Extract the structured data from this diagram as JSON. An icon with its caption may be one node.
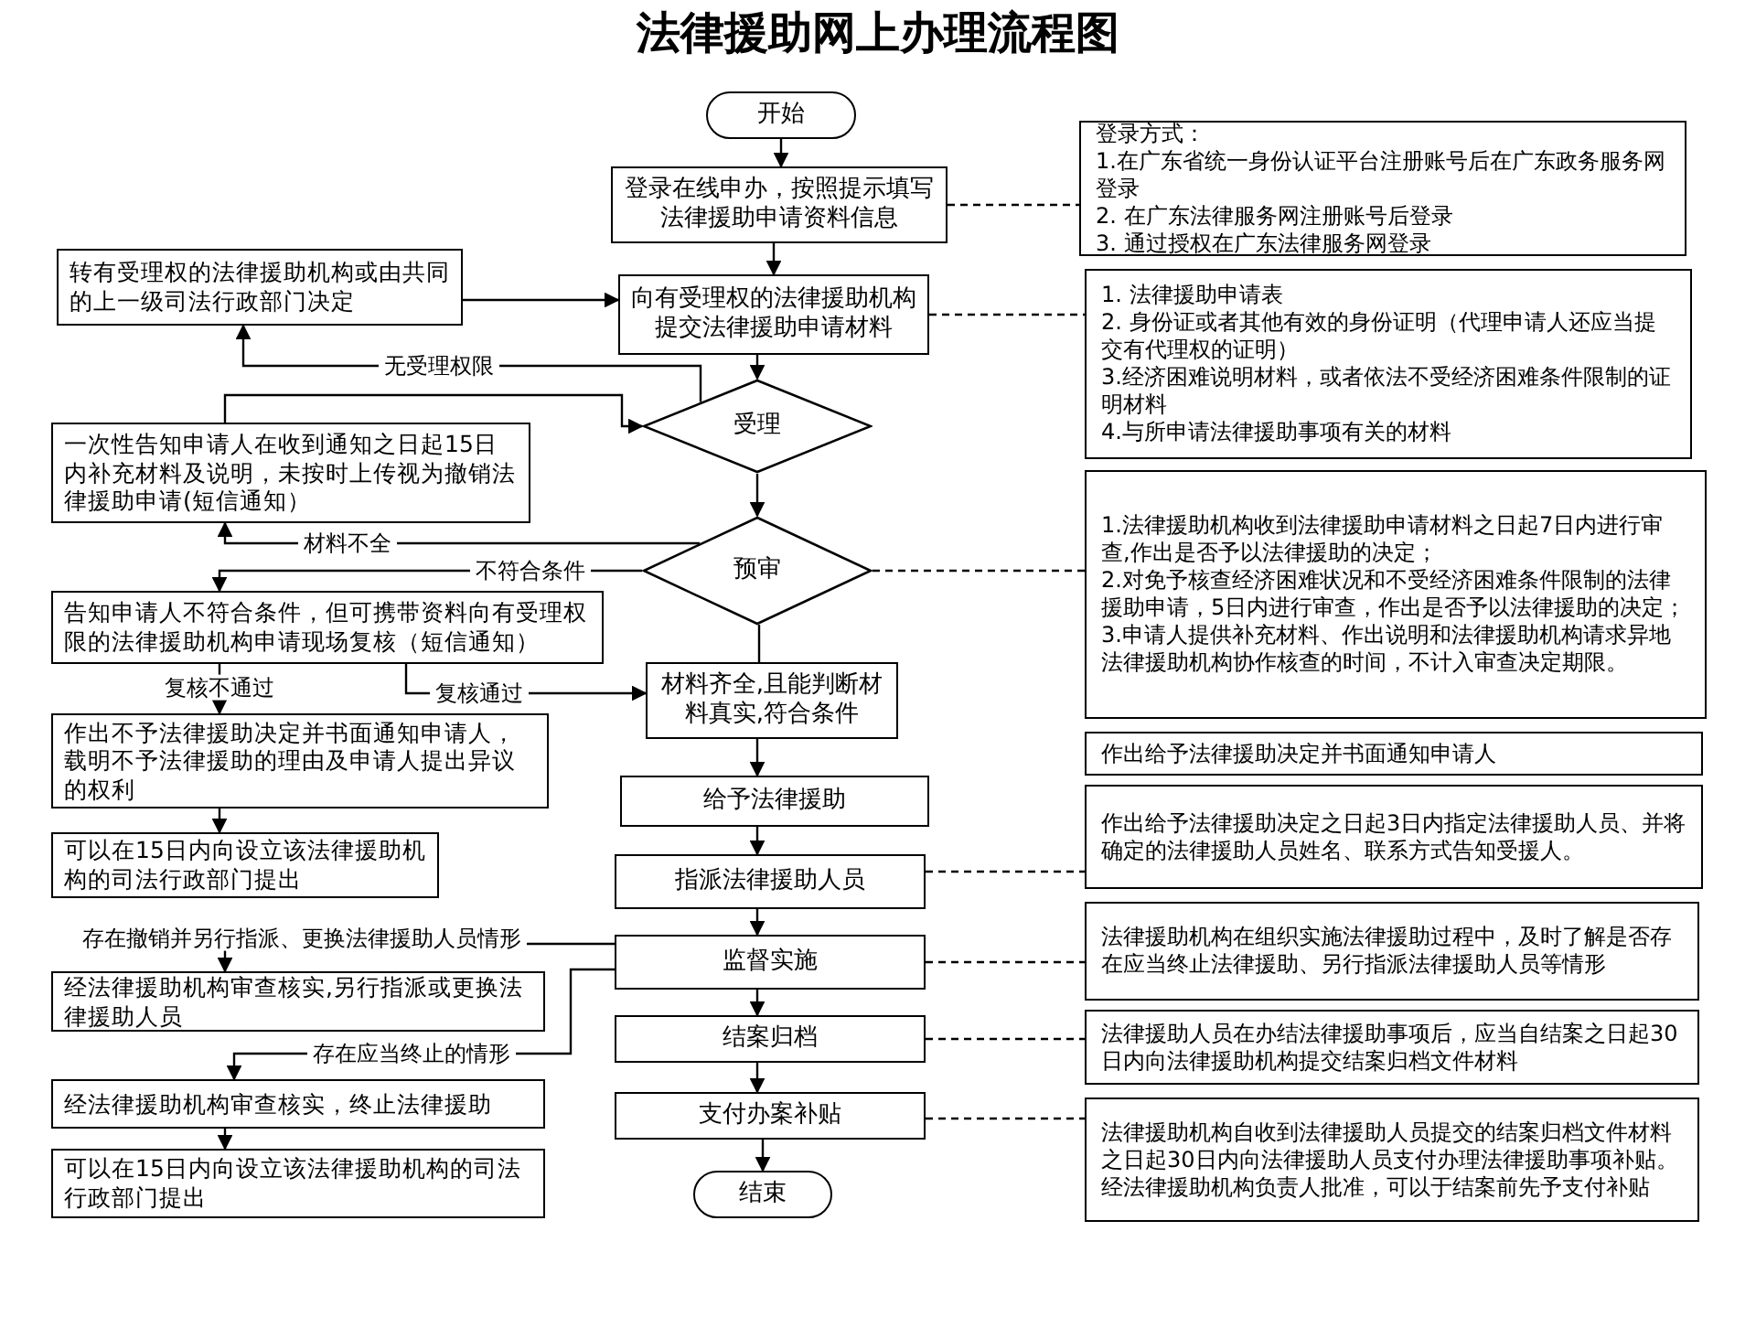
{
  "diagram": {
    "title": "法律援助网上办理流程图",
    "nodes": [
      {
        "text": [
          "开始"
        ]
      },
      {
        "text": [
          "登录在线申办，按照提示填写法律援助申请资料信息"
        ]
      },
      {
        "text": [
          "向有受理权的法律援助机构提交法律援助申请材料"
        ]
      },
      {
        "text": [
          "受理"
        ]
      },
      {
        "text": [
          "预审"
        ]
      },
      {
        "text": [
          "材料齐全,且能判断材料真实,符合条件"
        ]
      },
      {
        "text": [
          "给予法律援助"
        ]
      },
      {
        "text": [
          "指派法律援助人员"
        ]
      },
      {
        "text": [
          "监督实施"
        ]
      },
      {
        "text": [
          "结案归档"
        ]
      },
      {
        "text": [
          "支付办案补贴"
        ]
      },
      {
        "text": [
          "结束"
        ]
      },
      {
        "text": [
          "转有受理权的法律援助机构或由共同的上一级司法行政部门决定"
        ]
      },
      {
        "text": [
          "一次性告知申请人在收到通知之日起15日内补充材料及说明，未按时上传视为撤销法律援助申请(短信通知）"
        ]
      },
      {
        "text": [
          "告知申请人不符合条件，但可携带资料向有受理权限的法律援助机构申请现场复核（短信通知）"
        ]
      },
      {
        "text": [
          "作出不予法律援助决定并书面通知申请人，载明不予法律援助的理由及申请人提出异议的权利"
        ]
      },
      {
        "text": [
          "可以在15日内向设立该法律援助机构的司法行政部门提出"
        ]
      },
      {
        "text": [
          "经法律援助机构审查核实,另行指派或更换法律援助人员"
        ]
      },
      {
        "text": [
          "经法律援助机构审查核实，终止法律援助"
        ]
      },
      {
        "text": [
          "可以在15日内向设立该法律援助机构的司法行政部门提出"
        ]
      },
      {
        "text": [
          "登录方式：",
          "1.在广东省统一身份认证平台注册账号后在广东政务服务网登录",
          "2. 在广东法律服务网注册账号后登录",
          "3. 通过授权在广东法律服务网登录"
        ]
      },
      {
        "text": [
          "1. 法律援助申请表",
          "2. 身份证或者其他有效的身份证明（代理申请人还应当提交有代理权的证明）",
          "3.经济困难说明材料，或者依法不受经济困难条件限制的证明材料",
          "4.与所申请法律援助事项有关的材料"
        ]
      },
      {
        "text": [
          "1.法律援助机构收到法律援助申请材料之日起7日内进行审查,作出是否予以法律援助的决定；",
          "2.对免予核查经济困难状况和不受经济困难条件限制的法律援助申请，5日内进行审查，作出是否予以法律援助的决定；",
          "3.申请人提供补充材料、作出说明和法律援助机构请求异地法律援助机构协作核查的时间，不计入审查决定期限。"
        ]
      },
      {
        "text": [
          "作出给予法律援助决定并书面通知申请人"
        ]
      },
      {
        "text": [
          "作出给予法律援助决定之日起3日内指定法律援助人员、并将确定的法律援助人员姓名、联系方式告知受援人。"
        ]
      },
      {
        "text": [
          "法律援助机构在组织实施法律援助过程中，及时了解是否存在应当终止法律援助、另行指派法律援助人员等情形"
        ]
      },
      {
        "text": [
          "法律援助人员在办结法律援助事项后，应当自结案之日起30日内向法律援助机构提交结案归档文件材料"
        ]
      },
      {
        "text": [
          "法律援助机构自收到法律援助人员提交的结案归档文件材料之日起30日内向法律援助人员支付办理法律援助事项补贴。经法律援助机构负责人批准，可以于结案前先予支付补贴"
        ]
      }
    ],
    "edges": [
      {
        "from": 0,
        "to": 1,
        "arrow": "to"
      },
      {
        "from": 1,
        "to": 2,
        "arrow": "to"
      },
      {
        "from": 2,
        "to": 3,
        "arrow": "to"
      },
      {
        "from": 3,
        "to": 4,
        "arrow": "to"
      },
      {
        "from": 4,
        "to": 5,
        "arrow": "none"
      },
      {
        "from": 5,
        "to": 6,
        "arrow": "to"
      },
      {
        "from": 6,
        "to": 7,
        "arrow": "to"
      },
      {
        "from": 7,
        "to": 8,
        "arrow": "to"
      },
      {
        "from": 8,
        "to": 9,
        "arrow": "to"
      },
      {
        "from": 9,
        "to": 10,
        "arrow": "to"
      },
      {
        "from": 10,
        "to": 11,
        "arrow": "to"
      },
      {
        "from": 3,
        "to": 12,
        "arrow": "to",
        "label": "无受理权限"
      },
      {
        "from": 12,
        "to": 2,
        "arrow": "to"
      },
      {
        "from": 13,
        "to": 3,
        "arrow": "to"
      },
      {
        "from": 4,
        "to": 13,
        "arrow": "to",
        "label": "材料不全"
      },
      {
        "from": 4,
        "to": 14,
        "arrow": "to",
        "label": "不符合条件"
      },
      {
        "from": 14,
        "to": 15,
        "arrow": "to",
        "label": "复核不通过"
      },
      {
        "from": 14,
        "to": 5,
        "arrow": "to",
        "label": "复核通过"
      },
      {
        "from": 15,
        "to": 16,
        "arrow": "to"
      },
      {
        "from": 8,
        "to": 17,
        "arrow": "to",
        "label": "存在撤销并另行指派、更换法律援助人员情形"
      },
      {
        "from": 8,
        "to": 18,
        "arrow": "to",
        "label": "存在应当终止的情形"
      },
      {
        "from": 18,
        "to": 19,
        "arrow": "to"
      },
      {
        "from": 1,
        "to": 20,
        "arrow": "none",
        "style": "dashed"
      },
      {
        "from": 2,
        "to": 21,
        "arrow": "none",
        "style": "dashed"
      },
      {
        "from": 4,
        "to": 22,
        "arrow": "none",
        "style": "dashed"
      },
      {
        "from": 7,
        "to": 24,
        "arrow": "none",
        "style": "dashed"
      },
      {
        "from": 8,
        "to": 25,
        "arrow": "none",
        "style": "dashed"
      },
      {
        "from": 9,
        "to": 26,
        "arrow": "none",
        "style": "dashed"
      },
      {
        "from": 10,
        "to": 27,
        "arrow": "none",
        "style": "dashed"
      }
    ]
  }
}
